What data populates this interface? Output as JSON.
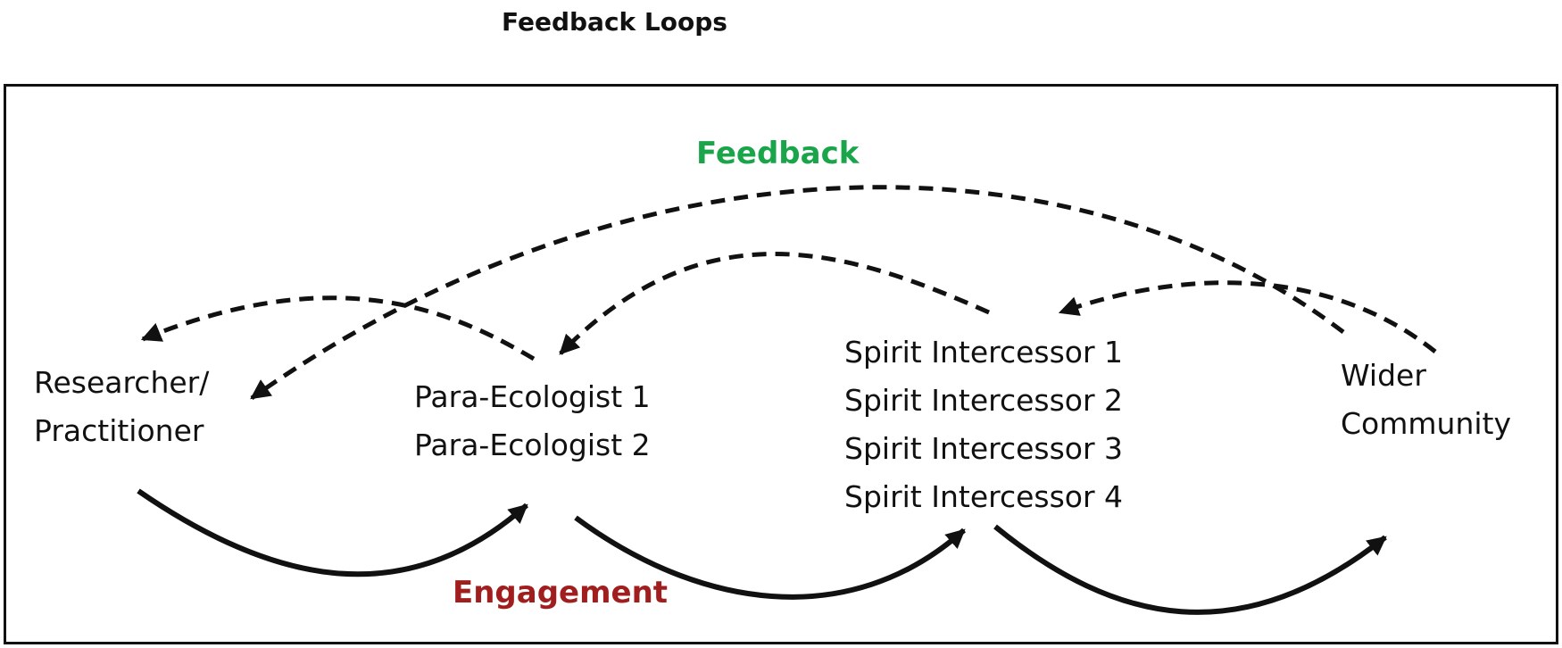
{
  "title": "Feedback Loops",
  "labels": {
    "feedback": "Feedback",
    "engagement": "Engagement"
  },
  "nodes": {
    "researcher": {
      "lines": [
        "Researcher/",
        "Practitioner"
      ]
    },
    "para_ecologists": {
      "lines": [
        "Para-Ecologist 1",
        "Para-Ecologist 2"
      ]
    },
    "spirit_intercessors": {
      "lines": [
        "Spirit Intercessor 1",
        "Spirit Intercessor 2",
        "Spirit Intercessor 3",
        "Spirit Intercessor 4"
      ]
    },
    "wider_community": {
      "lines": [
        "Wider",
        "Community"
      ]
    }
  },
  "colors": {
    "feedback": "#1aa54a",
    "engagement": "#a01e1e",
    "line": "#111111"
  }
}
